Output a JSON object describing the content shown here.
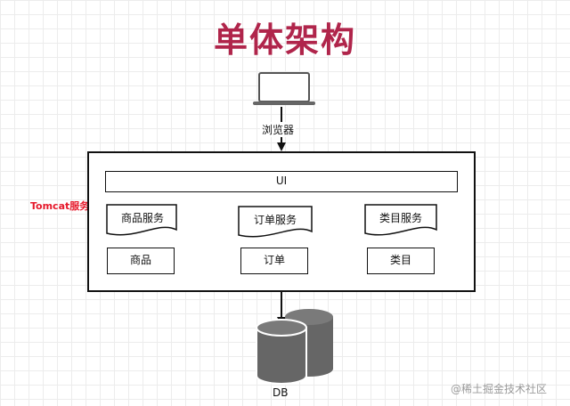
{
  "title": "单体架构",
  "browser_label": "浏览器",
  "server_label": "Tomcat服务器",
  "ui_label": "UI",
  "services": [
    {
      "service": "商品服务",
      "module": "商品"
    },
    {
      "service": "订单服务",
      "module": "订单"
    },
    {
      "service": "类目服务",
      "module": "类目"
    }
  ],
  "db_label": "DB",
  "watermark": "@稀土掘金技术社区",
  "colors": {
    "title": "#b0254b",
    "server_label": "#e6192b",
    "database": "#666666"
  }
}
